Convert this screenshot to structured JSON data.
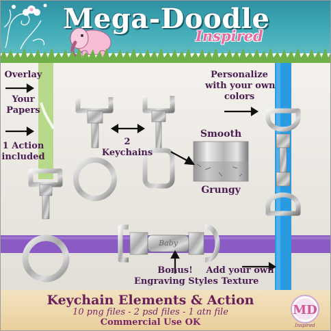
{
  "header": {
    "title": "Mega-Doodle",
    "subtitle": "Inspired"
  },
  "callouts": {
    "overlay": "Overlay",
    "your_papers_1": "Your",
    "your_papers_2": "Papers",
    "action_1": "1 Action",
    "action_2": "included",
    "keychains_1": "2",
    "keychains_2": "Keychains",
    "smooth": "Smooth",
    "grungy": "Grungy",
    "personalize_1": "Personalize",
    "personalize_2": "with your own",
    "personalize_3": "colors",
    "bonus_1": "Bonus!",
    "bonus_2": "Engraving Styles",
    "texture_1": "Add your own",
    "texture_2": "Texture",
    "engraving": "Baby"
  },
  "footer": {
    "title": "Keychain Elements & Action",
    "files": "10 png files - 2 psd files - 1 atn file",
    "license": "Commercial Use OK",
    "logo_text": "MD",
    "logo_caption": "Inspired"
  },
  "colors": {
    "header_teal": "#3ca6b3",
    "grass_green": "#6fb04a",
    "ribbon_green": "#b6d98a",
    "ribbon_purple": "#8a5bc2",
    "ribbon_blue": "#2a9be0",
    "label_text": "#4a1c52",
    "title_pink": "#e86aa0"
  }
}
